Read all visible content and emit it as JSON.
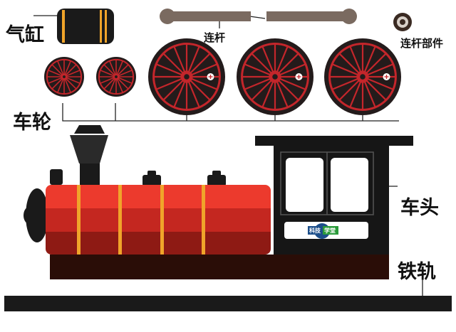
{
  "labels": {
    "cylinder": "气缸",
    "connecting_rod": "连杆",
    "connecting_rod_part": "连杆部件",
    "wheels": "车轮",
    "cab": "车头",
    "rail": "铁轨"
  },
  "badge": {
    "left": "科技",
    "right": "学堂"
  },
  "colors": {
    "wheel_spoke": "#c4262b",
    "wheel_tire": "#231b1b",
    "boiler_top": "#ec3a2d",
    "boiler_mid": "#c42720",
    "boiler_bottom": "#8e1a14",
    "boiler_band": "#f0a42a",
    "chassis": "#2a0d07",
    "rail": "#1a1a1a",
    "cab": "#161616",
    "window": "#ffffff",
    "rod": "#7a6a60"
  }
}
